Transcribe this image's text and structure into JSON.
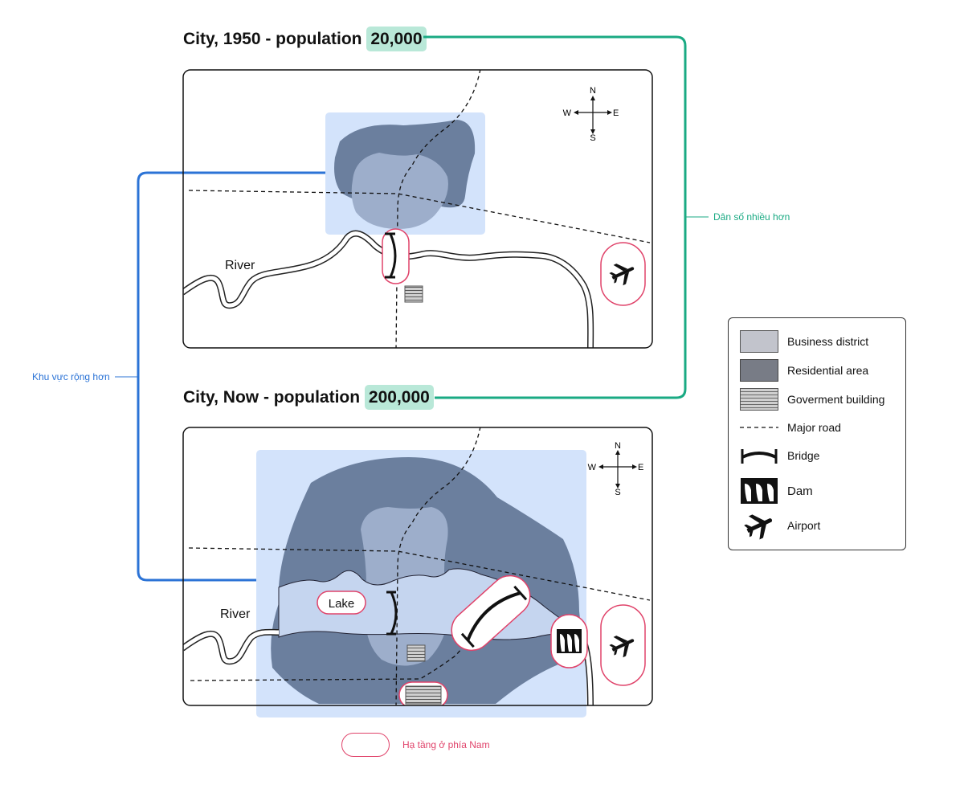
{
  "map_1950": {
    "title_prefix": "City, 1950 - population ",
    "population": "20,000",
    "river_label": "River",
    "compass": {
      "n": "N",
      "s": "S",
      "e": "E",
      "w": "W"
    }
  },
  "map_now": {
    "title_prefix": "City, Now - population ",
    "population": "200,000",
    "river_label": "River",
    "lake_label": "Lake",
    "compass": {
      "n": "N",
      "s": "S",
      "e": "E",
      "w": "W"
    }
  },
  "annotations": {
    "population_more": "Dân số nhiều hơn",
    "larger_area": "Khu vực rộng hơn",
    "southern_infrastructure": "Hạ tầng ở phía Nam"
  },
  "legend": {
    "items": [
      {
        "icon": "business-district-swatch",
        "label": "Business district"
      },
      {
        "icon": "residential-area-swatch",
        "label": "Residential area"
      },
      {
        "icon": "government-building-icon",
        "label": "Goverment building"
      },
      {
        "icon": "major-road-icon",
        "label": "Major road"
      },
      {
        "icon": "bridge-icon",
        "label": "Bridge"
      },
      {
        "icon": "dam-icon",
        "label": "Dam"
      },
      {
        "icon": "airport-icon",
        "label": "Airport"
      }
    ]
  },
  "colors": {
    "business": "#9daecb",
    "residential": "#6b7f9e",
    "highlight_area": "#d3e3fb",
    "population_highlight": "#b9e8d8",
    "green_accent": "#1aaa83",
    "blue_accent": "#2b73d6",
    "pink_accent": "#e0436a"
  }
}
